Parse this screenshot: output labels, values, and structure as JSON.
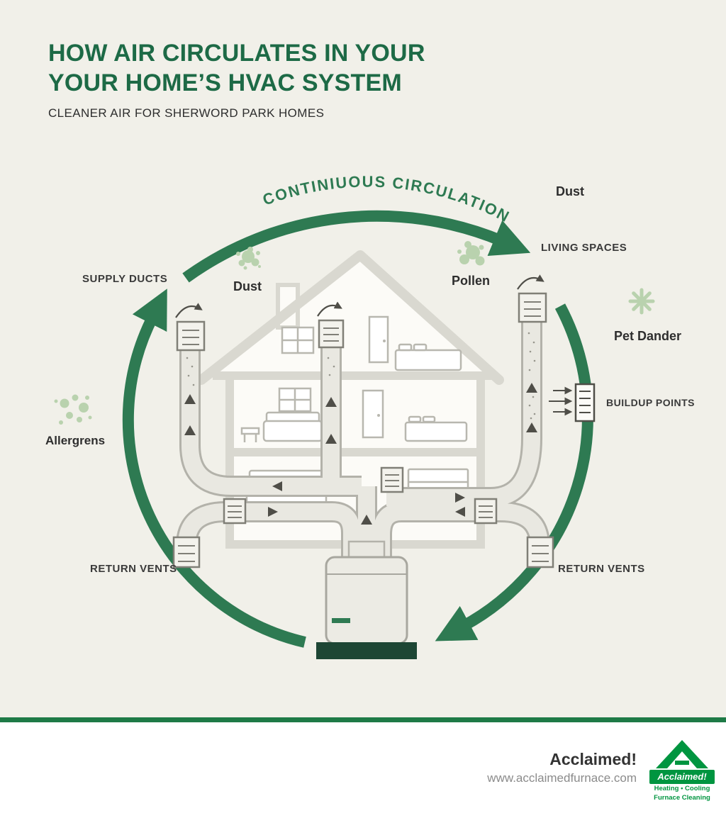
{
  "page": {
    "background": "#f1f0e9",
    "title_color": "#1d6a46"
  },
  "header": {
    "title_line1": "HOW AIR CIRCULATES IN YOUR",
    "title_line2": "YOUR HOME’S HVAC SYSTEM",
    "subtitle": "CLEANER AIR FOR SHERWORD PARK HOMES"
  },
  "diagram": {
    "circulation_label": "CONTINIUOUS CIRCULATION",
    "labels": {
      "supply_ducts": "SUPPLY DUCTS",
      "dust_left": "Dust",
      "pollen": "Pollen",
      "dust_top": "Dust",
      "living_spaces": "LIVING SPACES",
      "pet_dander": "Pet Dander",
      "buildup_points": "BUILDUP POINTS",
      "return_vents_left": "RETURN VENTS",
      "return_vents_right": "RETURN VENTS",
      "allergens": "Allergrens"
    },
    "icons": {
      "dust_left": "splat-blob-icon",
      "pollen": "circle-cluster-icon",
      "pet_dander": "starburst-icon",
      "allergens": "dots-cluster-icon",
      "buildup_points": "vent-grille-icon"
    },
    "colors": {
      "arrow_green": "#2e7a52",
      "icon_green": "#b9d2ae",
      "diagram_gray": "#d9d8d0"
    }
  },
  "footer": {
    "brand": "Acclaimed!",
    "website": "www.acclaimedfurnace.com",
    "divider_color": "#1e7a46",
    "logo": {
      "name": "Acclaimed!",
      "tagline_line1": "Heating • Cooling",
      "tagline_line2": "Furnace Cleaning",
      "green": "#009540"
    }
  }
}
